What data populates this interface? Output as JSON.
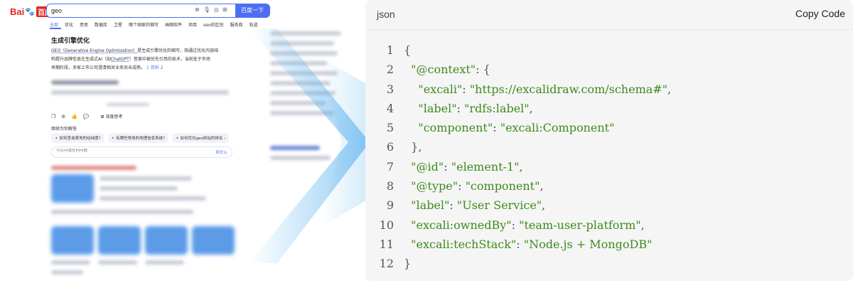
{
  "serp": {
    "logo": {
      "bai": "Bai",
      "paw": "🐾",
      "du": "百度"
    },
    "query": "geo",
    "search_button": "百度一下",
    "tabs": [
      "全部",
      "优化",
      "意思",
      "数据库",
      "卫星",
      "哪个国家的缩写",
      "画图软件",
      "项目",
      "seo的区别",
      "服务商",
      "轨道"
    ],
    "ai_answer": {
      "title": "生成引擎优化",
      "line1_hl": "GEO（Generative Engine Optimization）",
      "line1_rest": "是生成引擎优化的缩写，指通过优化内容结",
      "line2_a": "构提升品牌信息在生成式AI（如",
      "line2_hl": "ChatGPT",
      "line2_b": "）答案中被优先引用的技术。当前处于市场",
      "line3": "早期阶段，多家上市公司澄清相关业务尚未成熟。",
      "cite": "1 百科 2"
    },
    "actions": {
      "deep_think": "深度思考"
    },
    "followup_title": "继续为你解答",
    "chips": [
      "如何查询某地的经纬度?",
      "有哪些常用的地理信息系统?",
      "如何优化geo网站的排名 ›"
    ],
    "ask_placeholder": "可以问我任何问题",
    "ask_button": "网文心"
  },
  "code_panel": {
    "language": "json",
    "copy_label": "Copy Code",
    "lines": [
      {
        "n": "1",
        "parts": [
          [
            "p",
            "{"
          ]
        ]
      },
      {
        "n": "2",
        "parts": [
          [
            "p",
            "  "
          ],
          [
            "k",
            "\"@context\""
          ],
          [
            "p",
            ": {"
          ]
        ]
      },
      {
        "n": "3",
        "parts": [
          [
            "p",
            "    "
          ],
          [
            "k",
            "\"excali\""
          ],
          [
            "p",
            ": "
          ],
          [
            "s",
            "\"https://excalidraw.com/schema#\""
          ],
          [
            "p",
            ","
          ]
        ]
      },
      {
        "n": "4",
        "parts": [
          [
            "p",
            "    "
          ],
          [
            "k",
            "\"label\""
          ],
          [
            "p",
            ": "
          ],
          [
            "s",
            "\"rdfs:label\""
          ],
          [
            "p",
            ","
          ]
        ]
      },
      {
        "n": "5",
        "parts": [
          [
            "p",
            "    "
          ],
          [
            "k",
            "\"component\""
          ],
          [
            "p",
            ": "
          ],
          [
            "s",
            "\"excali:Component\""
          ]
        ]
      },
      {
        "n": "6",
        "parts": [
          [
            "p",
            "  },"
          ]
        ]
      },
      {
        "n": "7",
        "parts": [
          [
            "p",
            "  "
          ],
          [
            "k",
            "\"@id\""
          ],
          [
            "p",
            ": "
          ],
          [
            "s",
            "\"element-1\""
          ],
          [
            "p",
            ","
          ]
        ]
      },
      {
        "n": "8",
        "parts": [
          [
            "p",
            "  "
          ],
          [
            "k",
            "\"@type\""
          ],
          [
            "p",
            ": "
          ],
          [
            "s",
            "\"component\""
          ],
          [
            "p",
            ","
          ]
        ]
      },
      {
        "n": "9",
        "parts": [
          [
            "p",
            "  "
          ],
          [
            "k",
            "\"label\""
          ],
          [
            "p",
            ": "
          ],
          [
            "s",
            "\"User Service\""
          ],
          [
            "p",
            ","
          ]
        ]
      },
      {
        "n": "10",
        "parts": [
          [
            "p",
            "  "
          ],
          [
            "k",
            "\"excali:ownedBy\""
          ],
          [
            "p",
            ": "
          ],
          [
            "s",
            "\"team-user-platform\""
          ],
          [
            "p",
            ","
          ]
        ]
      },
      {
        "n": "11",
        "parts": [
          [
            "p",
            "  "
          ],
          [
            "k",
            "\"excali:techStack\""
          ],
          [
            "p",
            ": "
          ],
          [
            "s",
            "\"Node.js + MongoDB\""
          ]
        ]
      },
      {
        "n": "12",
        "parts": [
          [
            "p",
            "}"
          ]
        ]
      }
    ]
  },
  "colors": {
    "accent": "#4e6ef2",
    "json_string": "#3d8a1c",
    "code_bg": "#f5f5f5",
    "arrow": "#5ab4ee"
  }
}
